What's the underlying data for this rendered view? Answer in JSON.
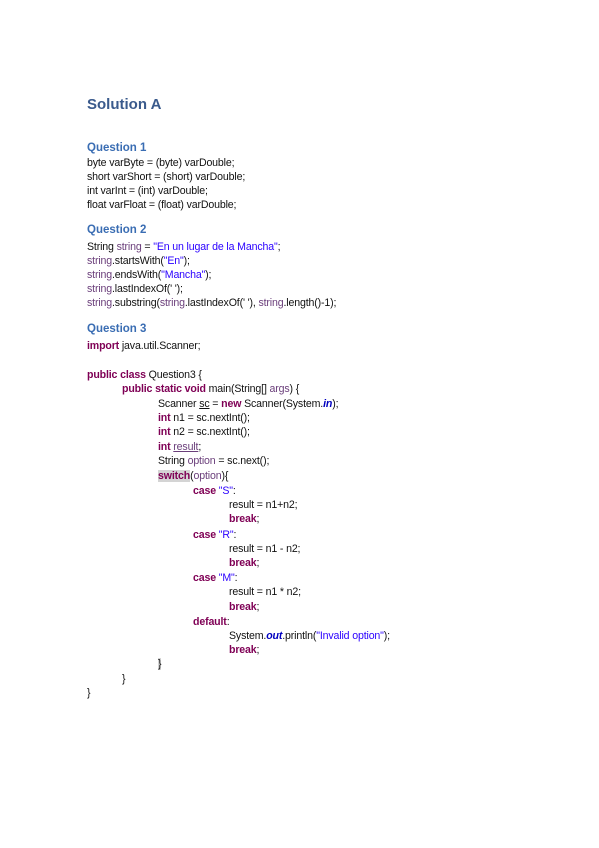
{
  "title": "Solution A",
  "q1": {
    "heading": "Question 1",
    "lines": [
      "byte varByte = (byte) varDouble;",
      "short varShort = (short) varDouble;",
      "int varInt = (int) varDouble;",
      "float varFloat = (float) varDouble;"
    ]
  },
  "q2": {
    "heading": "Question 2",
    "l1": {
      "a": "String ",
      "b": "string",
      "c": " = ",
      "d": "\"En un lugar de la Mancha\"",
      "e": ";"
    },
    "l2": {
      "a": "string",
      "b": ".startsWith(",
      "c": "\"En\"",
      "d": ");"
    },
    "l3": {
      "a": "string",
      "b": ".endsWith(",
      "c": "\"Mancha\"",
      "d": ");"
    },
    "l4": {
      "a": "string",
      "b": ".lastIndexOf(' ');"
    },
    "l5": {
      "a": "string",
      "b": ".substring(",
      "c": "string",
      "d": ".lastIndexOf(' '), ",
      "e": "string",
      "f": ".length()-1);"
    }
  },
  "q3": {
    "heading": "Question 3",
    "import_kw": "import",
    "import_rest": " java.util.Scanner;",
    "class_kw": "public class",
    "class_rest": " Question3 {",
    "main_kw": "public static void",
    "main_a": " main(String[] ",
    "main_b": "args",
    "main_c": ") {",
    "sc_a": "Scanner ",
    "sc_b": "sc",
    "sc_c": " = ",
    "sc_d": "new",
    "sc_e": " Scanner(System.",
    "sc_f": "in",
    "sc_g": ");",
    "int_kw": "int",
    "n1_a": " n1 = ",
    "n1_b": "sc",
    "n1_c": ".nextInt();",
    "n2_a": " n2 = ",
    "n2_b": "sc",
    "n2_c": ".nextInt();",
    "res_a": " ",
    "res_b": "result",
    "res_c": ";",
    "opt_a": "String ",
    "opt_b": "option",
    "opt_c": " = ",
    "opt_d": "sc",
    "opt_e": ".next();",
    "switch_kw": "switch",
    "switch_a": "(",
    "switch_b": "option",
    "switch_c": "){",
    "case_kw": "case",
    "case_s": "\"S\"",
    "case_r": "\"R\"",
    "case_m": "\"M\"",
    "colon": ":",
    "res_s": "result = n1+n2;",
    "res_r": "result = n1 - n2;",
    "res_m": "result = n1 * n2;",
    "break_kw": "break",
    "semi": ";",
    "default_kw": "default",
    "sys_a": "System.",
    "sys_b": "out",
    "sys_c": ".println(",
    "sys_d": "\"Invalid option\"",
    "sys_e": ");",
    "close_switch": "}",
    "close_main": "}",
    "close_class": "}"
  }
}
